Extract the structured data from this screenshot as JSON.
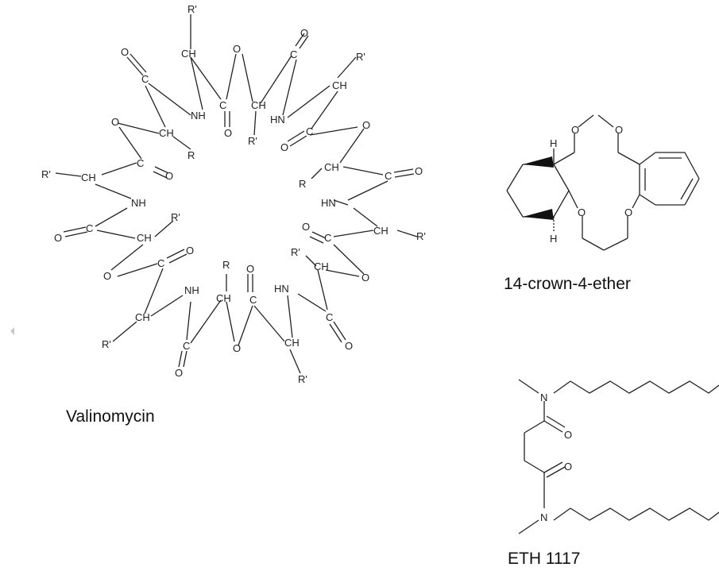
{
  "captions": {
    "valinomycin": "Valinomycin",
    "crown": "14-crown-4-ether",
    "eth": "ETH 1117"
  },
  "atom_labels": {
    "o": "O",
    "c": "C",
    "ch": "CH",
    "nh": "NH",
    "hn": "HN",
    "r": "R",
    "rp": "R'",
    "n": "N",
    "h": "H"
  },
  "icons": {
    "nav": "chevron-left-icon"
  }
}
